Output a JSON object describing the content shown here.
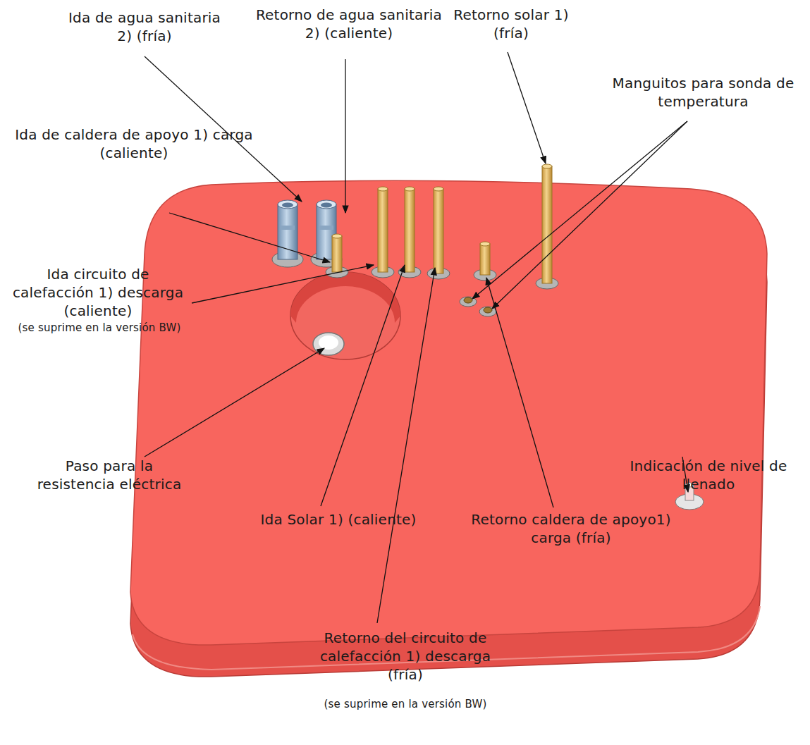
{
  "diagram": {
    "labels": [
      "Ida de agua sanitaria 2) (fría)",
      "Retorno de agua sanitaria 2) (caliente)",
      "Retorno solar 1) (fría)",
      "Manguitos para sonda de temperatura",
      "Ida de caldera de apoyo 1) carga (caliente)",
      "Ida circuito de calefacción 1) descarga (caliente)",
      "(se suprime en la versión BW)",
      "Paso para la resistencia eléctrica",
      "Indicación de nivel de llenado",
      "Ida Solar 1) (caliente)",
      "Retorno caldera de apoyo1) carga (fría)",
      "Retorno del circuito de calefacción 1) descarga (fría)",
      "(se suprime en la versión BW)"
    ]
  }
}
